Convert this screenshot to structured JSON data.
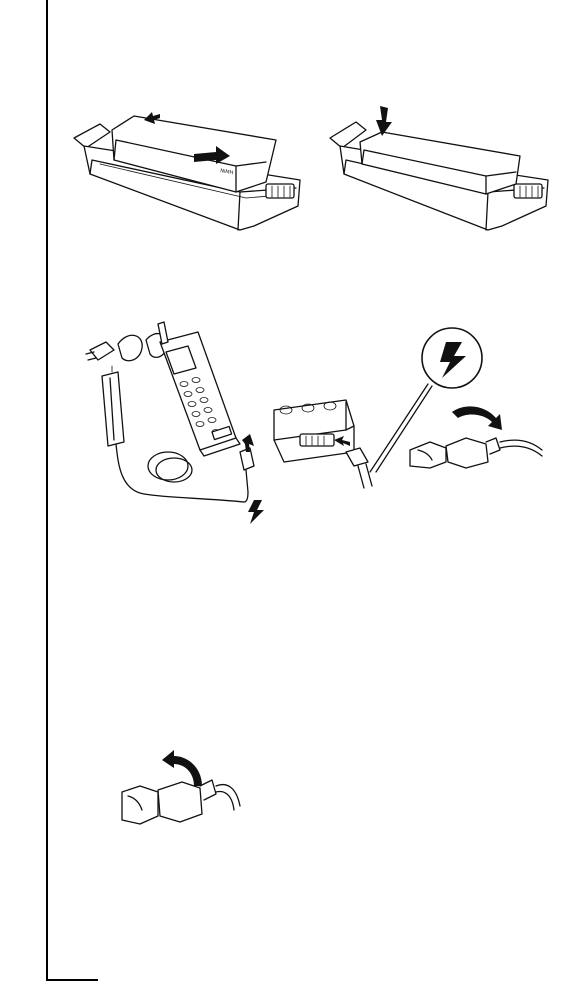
{
  "page": {
    "figures": [
      {
        "id": "battery-cover-slide",
        "icon": "battery-cover-slide-illustration"
      },
      {
        "id": "battery-cover-press",
        "icon": "battery-cover-press-illustration"
      },
      {
        "id": "charger-connect",
        "icon": "charger-connect-illustration"
      },
      {
        "id": "charger-socket-closeup",
        "icon": "charger-plug-closeup-illustration"
      },
      {
        "id": "lightning-callout",
        "icon": "lightning-warning-icon"
      },
      {
        "id": "plug-bend-down",
        "icon": "plug-bend-down-illustration"
      },
      {
        "id": "plug-bend-up",
        "icon": "plug-bend-up-illustration"
      }
    ],
    "colors": {
      "ink": "#111111",
      "paper": "#ffffff"
    }
  }
}
